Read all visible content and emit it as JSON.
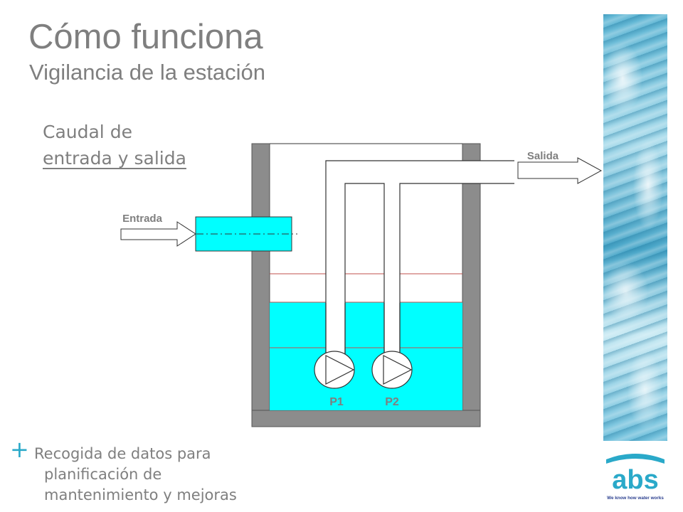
{
  "header": {
    "title": "Cómo funciona",
    "subtitle": "Vigilancia de la estación"
  },
  "section": {
    "line1": "Caudal de",
    "line2": "entrada y salida"
  },
  "diagram": {
    "inlet_label": "Entrada",
    "outlet_label": "Salida",
    "pumps": [
      "P1",
      "P2"
    ],
    "colors": {
      "water": "#00ffff",
      "tank_wall": "#8c8c8c",
      "level_line": "#c0504d",
      "label": "#7f7f7f"
    }
  },
  "bullet": {
    "symbol": "+",
    "lines": [
      "Recogida de datos para",
      "planificación de",
      "mantenimiento y mejoras"
    ]
  },
  "brand": {
    "logo_text": "abs",
    "tagline": "We know how water works",
    "accent": "#2aa9c9",
    "dark": "#2b3f8f"
  }
}
